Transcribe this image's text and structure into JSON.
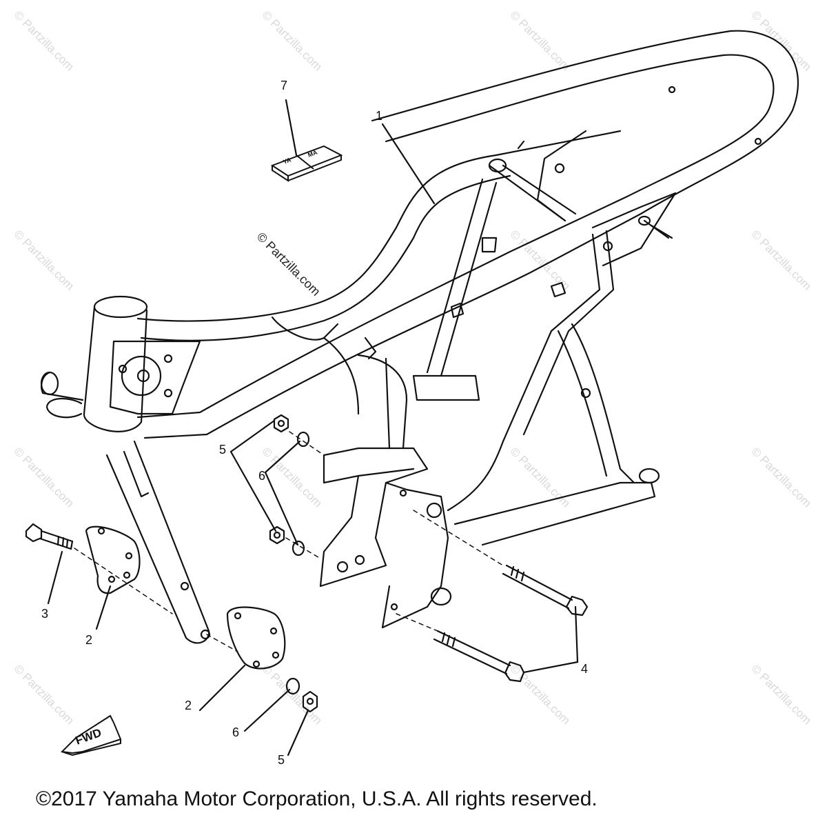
{
  "watermark": {
    "text": "© Partzilla.com"
  },
  "center_watermark": "© Partzilla.com",
  "fwd_label": "FWD",
  "tag_text_left": "YA",
  "tag_text_right": "MA",
  "callouts": {
    "c1": "1",
    "c2a": "2",
    "c2b": "2",
    "c3": "3",
    "c4": "4",
    "c5a": "5",
    "c5b": "5",
    "c6a": "6",
    "c6b": "6",
    "c7": "7"
  },
  "copyright": "©2017 Yamaha Motor Corporation, U.S.A. All rights reserved."
}
